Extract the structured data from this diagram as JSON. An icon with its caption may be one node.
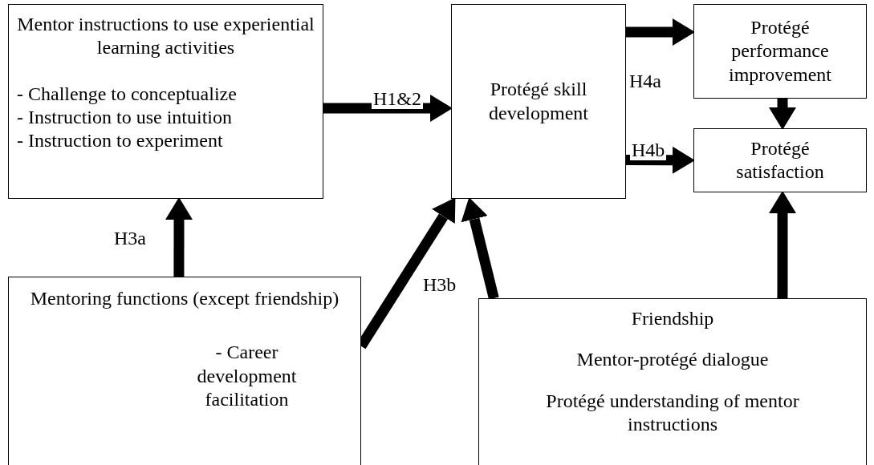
{
  "diagram": {
    "nodes": [
      {
        "text": [
          "Mentor instructions to use experiential learning activities",
          "- Challenge to conceptualize",
          "- Instruction to use intuition",
          "- Instruction to experiment"
        ]
      },
      {
        "text": [
          "Protégé skill development"
        ]
      },
      {
        "text": [
          "Protégé performance improvement"
        ]
      },
      {
        "text": [
          "Protégé satisfaction"
        ]
      },
      {
        "text": [
          "Mentoring functions (except friendship)",
          "- Career development facilitation"
        ]
      },
      {
        "text": [
          "Friendship",
          "Mentor-protégé dialogue",
          "Protégé understanding of mentor instructions"
        ]
      }
    ],
    "edges": [
      {
        "from": 0,
        "to": 1,
        "arrow": "to",
        "label": "H1&2"
      },
      {
        "from": 4,
        "to": 0,
        "arrow": "to",
        "label": "H3a"
      },
      {
        "from": 4,
        "to": 1,
        "arrow": "to",
        "label": "H3b"
      },
      {
        "from": 5,
        "to": 1,
        "arrow": "to"
      },
      {
        "from": 5,
        "to": 3,
        "arrow": "to"
      },
      {
        "from": 1,
        "to": 2,
        "arrow": "to",
        "label": "H4a"
      },
      {
        "from": 1,
        "to": 3,
        "arrow": "to",
        "label": "H4b"
      },
      {
        "from": 2,
        "to": 3,
        "arrow": "to"
      }
    ]
  }
}
